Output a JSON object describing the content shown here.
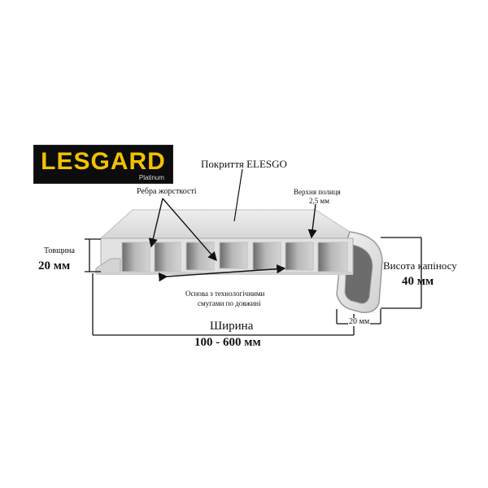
{
  "logo": {
    "brand": "LESGARD",
    "subtitle": "Platinum"
  },
  "labels": {
    "coating": "Покриття ELESGO",
    "ribs": "Ребра жорсткості",
    "top_shelf_line1": "Верхня полиця",
    "top_shelf_line2": "2,5 мм",
    "thickness_label": "Товщина",
    "thickness_value": "20 мм",
    "nose_height_label": "Висота капіносу",
    "nose_height_value": "40 мм",
    "base_line1": "Основа з технологічними",
    "base_line2": "смугами по довжині",
    "width_label": "Ширина",
    "width_value": "100 - 600 мм",
    "nose_width_value": "20 мм"
  }
}
